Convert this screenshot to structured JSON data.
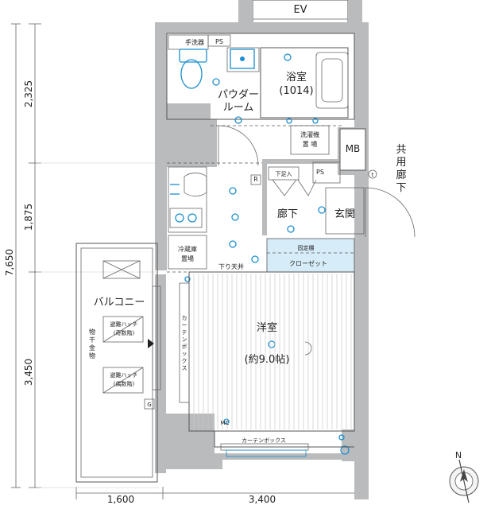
{
  "labels": {
    "ev": "EV",
    "bath_name": "浴室",
    "bath_size": "(1014)",
    "powder_1": "パウダー",
    "powder_2": "ルーム",
    "washer_1": "洗濯機",
    "washer_2": "置 場",
    "mb": "MB",
    "common_corridor": [
      "共",
      "用",
      "廊",
      "下"
    ],
    "shita_ashiire": "下足入",
    "ps": "PS",
    "hallway": "廊下",
    "entrance": "玄関",
    "fridge_1": "冷蔵庫",
    "fridge_2": "置場",
    "fixed_shelf": "固定棚",
    "closet": "クローゼット",
    "drop_ceiling": "下り天井",
    "balcony": "バルコニー",
    "monohoshi": [
      "物",
      "干",
      "金",
      "物"
    ],
    "hatch_odd_1": "避難ハッチ",
    "hatch_odd_2": "(奇数階)",
    "hatch_even_1": "避難ハッチ",
    "hatch_even_2": "(偶数階)",
    "curtain_box_v": [
      "カ",
      "ー",
      "テ",
      "ン",
      "ボ",
      "ッ",
      "ク",
      "ス"
    ],
    "curtain_box_h": "カーテンボックス",
    "western_name": "洋室",
    "western_size": "(約9.0帖)",
    "mc": "MC",
    "g": "G",
    "r": "R",
    "t": "t",
    "toilet_shelf": "手洗器"
  },
  "dimensions": {
    "left": [
      "2,325",
      "1,875",
      "3,450"
    ],
    "total": "7,650",
    "bottom": [
      "1,600",
      "3,400"
    ]
  },
  "compass": {
    "north": "N"
  },
  "colors": {
    "wall": "#b9bbbd",
    "equipment": "#1a8fd0"
  }
}
